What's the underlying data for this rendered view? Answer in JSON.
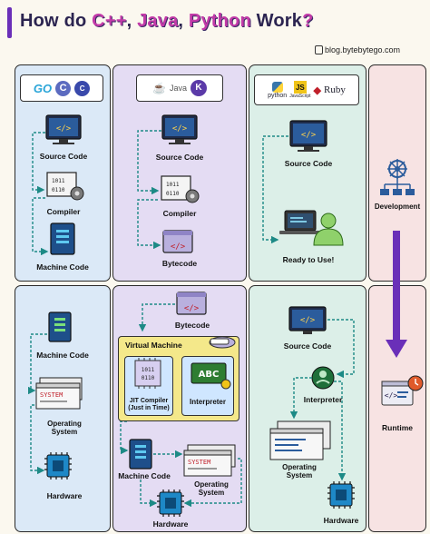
{
  "title": {
    "prefix": "How do ",
    "lang1": "C++",
    "sep1": ", ",
    "lang2": "Java",
    "sep2": ", ",
    "lang3": "Python",
    "suffix": " Work",
    "mark": "?"
  },
  "source": "blog.bytebytego.com",
  "columns": {
    "cpp": {
      "logo_text": "GO",
      "logo_c": "C"
    },
    "java": {
      "logo_text": "Java",
      "logo_kotlin": "K"
    },
    "python": {
      "logo_python": "python",
      "logo_js": "JS",
      "logo_js_sub": "JavaScript",
      "logo_ruby": "Ruby"
    }
  },
  "labels": {
    "cpp_source": "Source Code",
    "cpp_compiler": "Compiler",
    "cpp_machine": "Machine Code",
    "java_source": "Source Code",
    "java_compiler": "Compiler",
    "java_bytecode": "Bytecode",
    "py_source": "Source Code",
    "py_ready": "Ready to Use!",
    "development": "Development",
    "cpp_machine_rt": "Machine Code",
    "cpp_os": "Operating\nSystem",
    "cpp_hardware": "Hardware",
    "java_bytecode_rt": "Bytecode",
    "java_vm": "Virtual Machine",
    "java_jit": "JIT Compiler\n(Just in Time)",
    "java_interp": "Interpreter",
    "java_machine": "Machine Code",
    "java_os": "Operating\nSystem",
    "java_hardware": "Hardware",
    "py_source_rt": "Source Code",
    "py_interp": "Interpreter",
    "py_os": "Operating\nSystem",
    "py_hardware": "Hardware",
    "runtime": "Runtime"
  },
  "icon_text": {
    "system": "SYSTEM",
    "abc": "ABC",
    "binary1": "1011",
    "binary2": "0110"
  },
  "colors": {
    "col1": "#dbe9f7",
    "col2": "#e4dcf3",
    "col3": "#dcefe8",
    "col4": "#f7e3e3",
    "accent": "#6a2fb8",
    "teal": "#1d8a86",
    "title_kw": "#c23aa8"
  }
}
